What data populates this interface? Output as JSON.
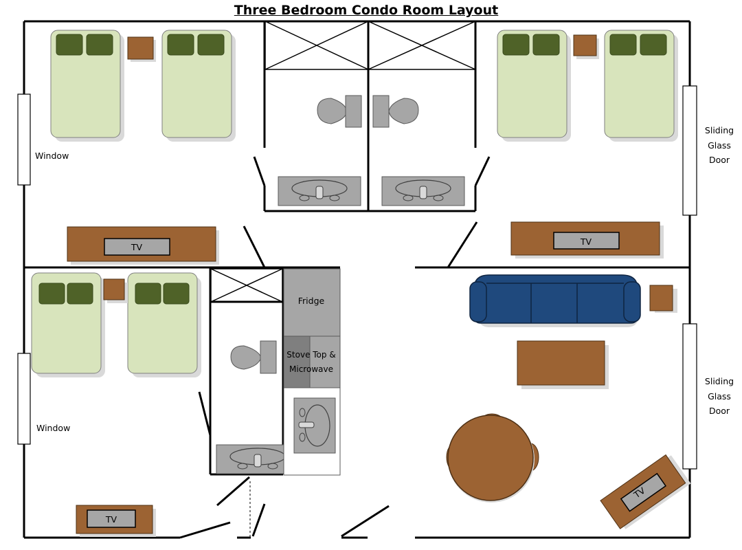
{
  "title": "Three Bedroom Condo Room Layout",
  "labels": {
    "window": "Window",
    "sliding_glass_door": [
      "Sliding",
      "Glass",
      "Door"
    ],
    "tv": "TV",
    "fridge": "Fridge",
    "stove_top": [
      "Stove Top &",
      "Microwave"
    ]
  },
  "colors": {
    "bed": "#d8e4bc",
    "pillow": "#4f6228",
    "wood": "#9c6333",
    "fixture": "#a6a6a6",
    "sofa": "#1f497d",
    "shadow": "#d9d9d9",
    "wall": "#000000"
  }
}
